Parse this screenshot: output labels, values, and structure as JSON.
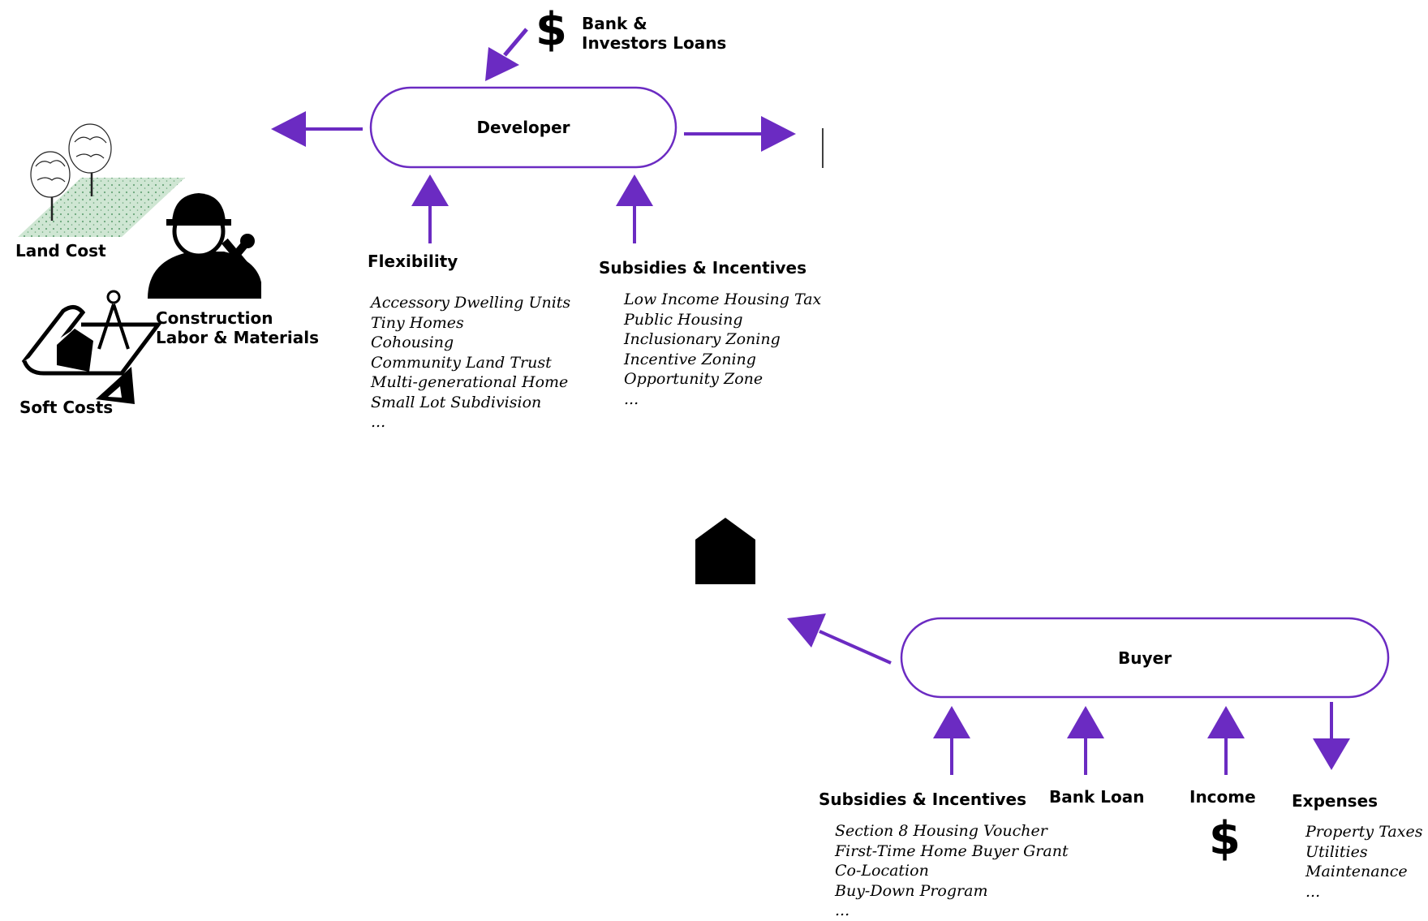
{
  "colors": {
    "accent": "#6b2bc2",
    "ink": "#000000",
    "land_fill": "#cfe6d3"
  },
  "top": {
    "funding_icon": "dollar-sign",
    "funding_symbol": "$",
    "funding_label_line1": "Bank &",
    "funding_label_line2": "Investors Loans"
  },
  "developer": {
    "label": "Developer",
    "costs": {
      "land": "Land Cost",
      "construction_line1": "Construction",
      "construction_line2": "Labor & Materials",
      "soft": "Soft Costs"
    },
    "flexibility": {
      "title": "Flexibility",
      "items": [
        "Accessory Dwelling Units",
        "Tiny Homes",
        "Cohousing",
        "Community Land Trust",
        "Multi-generational Home",
        "Small Lot Subdivision",
        "..."
      ]
    },
    "subsidies": {
      "title": "Subsidies & Incentives",
      "items": [
        "Low Income Housing Tax",
        "Public Housing",
        "Inclusionary Zoning",
        "Incentive Zoning",
        "Opportunity Zone",
        "..."
      ]
    }
  },
  "house_icon": "house",
  "buyer": {
    "label": "Buyer",
    "subsidies": {
      "title": "Subsidies & Incentives",
      "items": [
        "Section 8 Housing Voucher",
        "First-Time Home Buyer Grant",
        "Co-Location",
        "Buy-Down Program",
        "..."
      ]
    },
    "bank_loan": "Bank Loan",
    "income": {
      "title": "Income",
      "symbol": "$"
    },
    "expenses": {
      "title": "Expenses",
      "items": [
        "Property Taxes",
        "Utilities",
        "Maintenance",
        "..."
      ]
    }
  }
}
